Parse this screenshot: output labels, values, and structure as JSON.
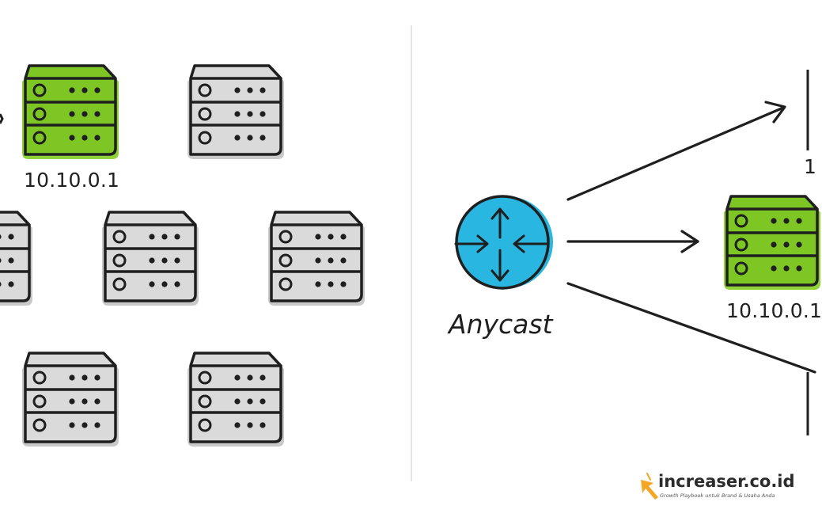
{
  "labels": {
    "left_server_ip": "10.10.0.1",
    "right_server_ip": "10.10.0.1",
    "router": "Anycast",
    "right_top_partial": "1"
  },
  "watermark": {
    "name": "increaser.co.id",
    "tagline": "Growth Playbook untuk Brand & Usaha Anda"
  },
  "colors": {
    "server_active": "#7dc624",
    "server_inactive": "#d5d5d5",
    "server_glow": "#8fd23a",
    "router_fill": "#29b6e0",
    "outline": "#1f1f1f",
    "divider": "#e4e4e4",
    "watermark_accent": "#f5a623"
  }
}
